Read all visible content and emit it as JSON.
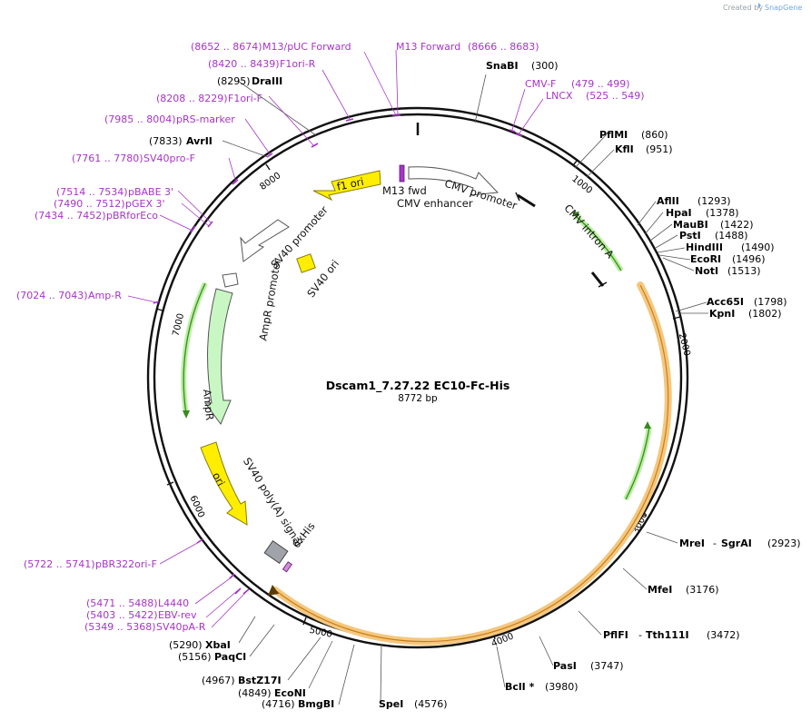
{
  "header": {
    "created_by": "Created by",
    "brand": "SnapGene"
  },
  "plasmid": {
    "name": "Dscam1_7.27.22 EC10-Fc-His",
    "size_label": "8772 bp"
  },
  "colors": {
    "backbone": "#111111",
    "primer": "#a834c7",
    "yellow_feature": "#ffee00",
    "orange_band": "#f5c77e",
    "green_orf": "#b9f0a0",
    "grey_tag": "#a0a4aa"
  },
  "ring_ticks": [
    "1000",
    "2000",
    "3000",
    "4000",
    "5000",
    "6000",
    "7000",
    "8000"
  ],
  "sites": {
    "snabi": {
      "name": "SnaBI",
      "pos": "(300)"
    },
    "pflmi": {
      "name": "PflMI",
      "pos": "(860)"
    },
    "kfli": {
      "name": "KflI",
      "pos": "(951)"
    },
    "afliii": {
      "name": "AflII",
      "pos": "(1293)"
    },
    "hpai": {
      "name": "HpaI",
      "pos": "(1378)"
    },
    "maubi": {
      "name": "MauBI",
      "pos": "(1422)"
    },
    "psti": {
      "name": "PstI",
      "pos": "(1488)"
    },
    "hindiii": {
      "name": "HindIII",
      "pos": "(1490)"
    },
    "ecori": {
      "name": "EcoRI",
      "pos": "(1496)"
    },
    "noti": {
      "name": "NotI",
      "pos": "(1513)"
    },
    "acc65i": {
      "name": "Acc65I",
      "pos": "(1798)"
    },
    "kpni": {
      "name": "KpnI",
      "pos": "(1802)"
    },
    "mrei": {
      "name": "MreI",
      "name2": "SgrAI",
      "pos": "(2923)"
    },
    "mfei": {
      "name": "MfeI",
      "pos": "(3176)"
    },
    "pflfi": {
      "name": "PflFI",
      "name2": "Tth111I",
      "pos": "(3472)"
    },
    "pasi": {
      "name": "PasI",
      "pos": "(3747)"
    },
    "bcli": {
      "name": "BclI *",
      "pos": "(3980)"
    },
    "spei": {
      "name": "SpeI",
      "pos": "(4576)"
    },
    "bmgbi": {
      "name": "BmgBI",
      "pos": "(4716)"
    },
    "econi": {
      "name": "EcoNI",
      "pos": "(4849)"
    },
    "bstz17i": {
      "name": "BstZ17I",
      "pos": "(4967)"
    },
    "paqci": {
      "name": "PaqCI",
      "pos": "(5156)"
    },
    "xbai": {
      "name": "XbaI",
      "pos": "(5290)"
    },
    "dralll": {
      "name": "DraIII",
      "pos": "(8295)"
    },
    "avrii": {
      "name": "AvrII",
      "pos": "(7833)"
    }
  },
  "primers": {
    "m13puc": {
      "range": "(8652 .. 8674)",
      "name": "M13/pUC Forward"
    },
    "m13fwd": {
      "name": "M13 Forward",
      "range": "(8666 .. 8683)"
    },
    "f1orir": {
      "range": "(8420 .. 8439)",
      "name": "F1ori-R"
    },
    "f1orif": {
      "range": "(8208 .. 8229)",
      "name": "F1ori-F"
    },
    "prs": {
      "range": "(7985 .. 8004)",
      "name": "pRS-marker"
    },
    "sv40prof": {
      "range": "(7761 .. 7780)",
      "name": "SV40pro-F"
    },
    "pbabe": {
      "range": "(7514 .. 7534)",
      "name": "pBABE 3'"
    },
    "pgex": {
      "range": "(7490 .. 7512)",
      "name": "pGEX 3'"
    },
    "pbrforeco": {
      "range": "(7434 .. 7452)",
      "name": "pBRforEco"
    },
    "ampr": {
      "range": "(7024 .. 7043)",
      "name": "Amp-R"
    },
    "pbr322": {
      "range": "(5722 .. 5741)",
      "name": "pBR322ori-F"
    },
    "l4440": {
      "range": "(5471 .. 5488)",
      "name": "L4440"
    },
    "ebv": {
      "range": "(5403 .. 5422)",
      "name": "EBV-rev"
    },
    "sv40pa": {
      "range": "(5349 .. 5368)",
      "name": "SV40pA-R"
    },
    "cmvf": {
      "name": "CMV-F",
      "range": "(479 .. 499)"
    },
    "lncx": {
      "name": "LNCX",
      "range": "(525 .. 549)"
    }
  },
  "features": {
    "f1ori": "f1 ori",
    "m13fwd": "M13 fwd",
    "cmv_promoter": "CMV promoter",
    "cmv_enhancer": "CMV enhancer",
    "cmv_intron": "CMV intron A",
    "sv40_promoter": "SV40 promoter",
    "sv40_ori": "SV40 ori",
    "ampr_promoter": "AmpR promoter",
    "ampr": "AmpR",
    "ori": "ori",
    "sv40_polya": "SV40 poly(A) signal",
    "his6": "6xHis"
  }
}
